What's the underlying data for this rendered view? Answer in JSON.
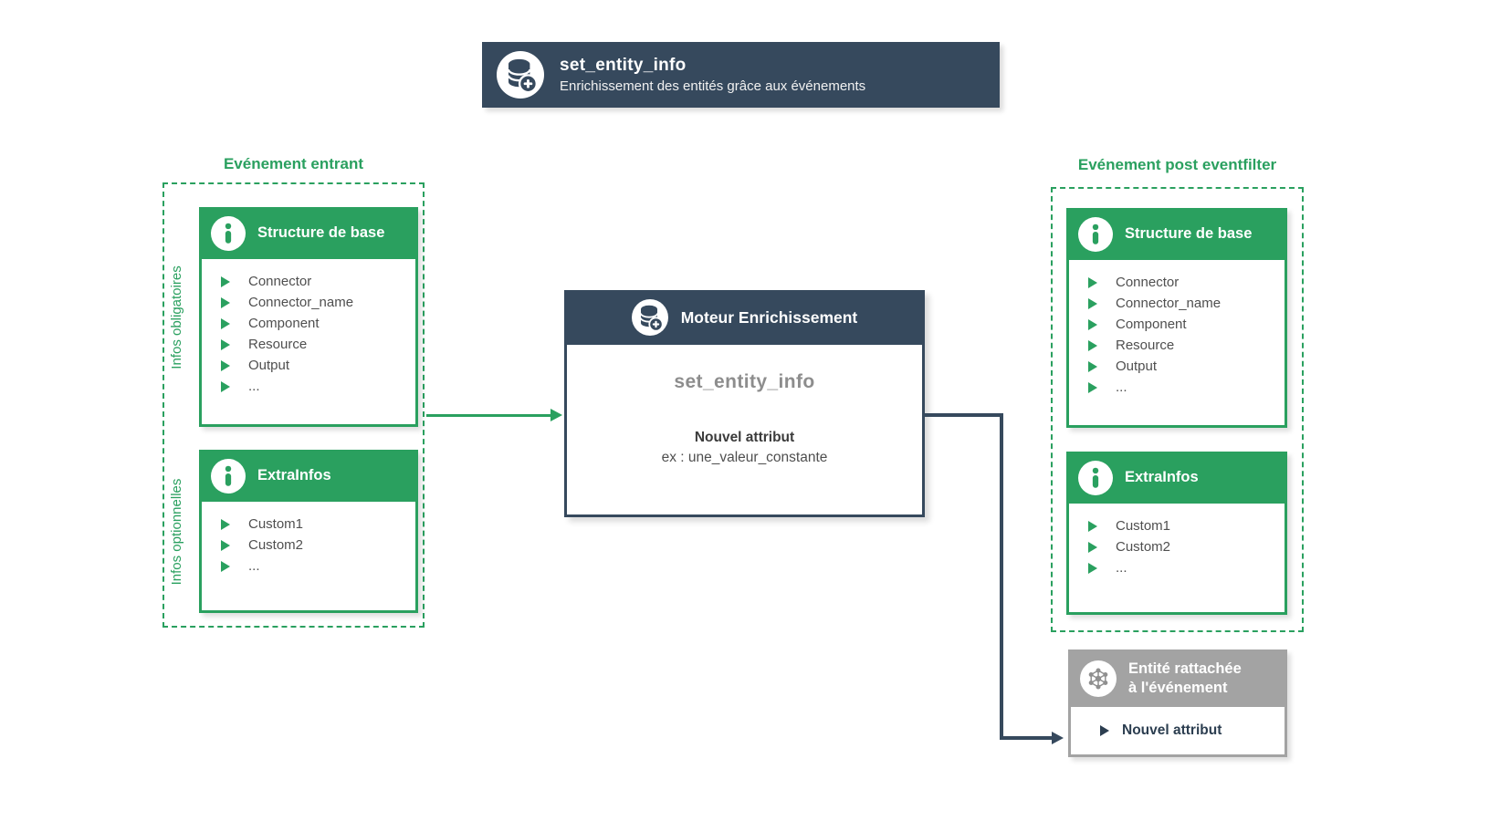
{
  "banner": {
    "title": "set_entity_info",
    "subtitle": "Enrichissement des entités grâce aux événements"
  },
  "left_group": {
    "title": "Evénement entrant",
    "side_labels": [
      {
        "label": "Infos obligatoires"
      },
      {
        "label": "Infos optionnelles"
      }
    ],
    "boxes": [
      {
        "header": "Structure de base",
        "items": [
          "Connector",
          "Connector_name",
          "Component",
          "Resource",
          "Output",
          "..."
        ]
      },
      {
        "header": "ExtraInfos",
        "items": [
          "Custom1",
          "Custom2",
          "..."
        ]
      }
    ]
  },
  "engine": {
    "header": "Moteur Enrichissement",
    "name": "set_entity_info",
    "attr_title": "Nouvel attribut",
    "attr_example": "ex : une_valeur_constante"
  },
  "right_group": {
    "title": "Evénement post eventfilter",
    "boxes": [
      {
        "header": "Structure de base",
        "items": [
          "Connector",
          "Connector_name",
          "Component",
          "Resource",
          "Output",
          "..."
        ]
      },
      {
        "header": "ExtraInfos",
        "items": [
          "Custom1",
          "Custom2",
          "..."
        ]
      }
    ]
  },
  "entity_box": {
    "header_line1": "Entité rattachée",
    "header_line2": "à l'événement",
    "item": "Nouvel attribut"
  },
  "colors": {
    "green": "#2aa05f",
    "navy": "#36495d",
    "gray": "#a3a3a3",
    "item_text": "#4f4f4f"
  }
}
